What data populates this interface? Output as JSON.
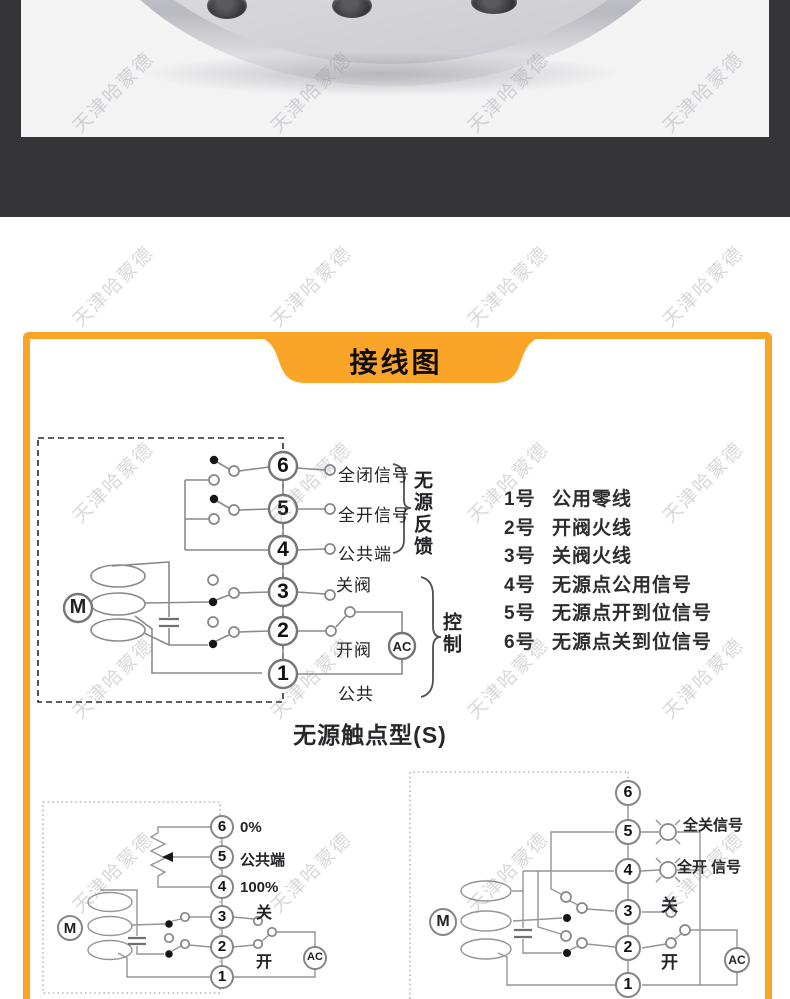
{
  "watermark": {
    "text": "天津哈蒙德"
  },
  "banner": {
    "title": "接线图"
  },
  "colors": {
    "accent_orange": "#FAA428",
    "dark_band": "#353537",
    "wire_gray": "#8a8a8e"
  },
  "main_diagram": {
    "motor": "M",
    "ac": "AC",
    "terminals": [
      "6",
      "5",
      "4",
      "3",
      "2",
      "1"
    ],
    "label_t6": "全闭信号",
    "label_t5": "全开信号",
    "label_t4": "公共端",
    "label_t3": "关阀",
    "label_t2": "开阀",
    "label_t1": "公共",
    "group_feedback": "无源反馈",
    "group_control": "控制",
    "caption": "无源触点型(S)"
  },
  "legend": {
    "items": [
      {
        "num": "1号",
        "text": "公用零线"
      },
      {
        "num": "2号",
        "text": "开阀火线"
      },
      {
        "num": "3号",
        "text": "关阀火线"
      },
      {
        "num": "4号",
        "text": "无源点公用信号"
      },
      {
        "num": "5号",
        "text": "无源点开到位信号"
      },
      {
        "num": "6号",
        "text": "无源点关到位信号"
      }
    ]
  },
  "pot_diagram": {
    "motor": "M",
    "ac": "AC",
    "terminals": [
      "6",
      "5",
      "4",
      "3",
      "2",
      "1"
    ],
    "label_t6": "0%",
    "label_t5": "公共端",
    "label_t4": "100%",
    "label_t3": "关",
    "label_t2": "开"
  },
  "lamp_diagram": {
    "motor": "M",
    "ac": "AC",
    "terminals": [
      "6",
      "5",
      "4",
      "3",
      "2",
      "1"
    ],
    "label_t5": "全关信号",
    "label_t4": "全开 信号",
    "label_t3": "关",
    "label_t2": "开"
  }
}
